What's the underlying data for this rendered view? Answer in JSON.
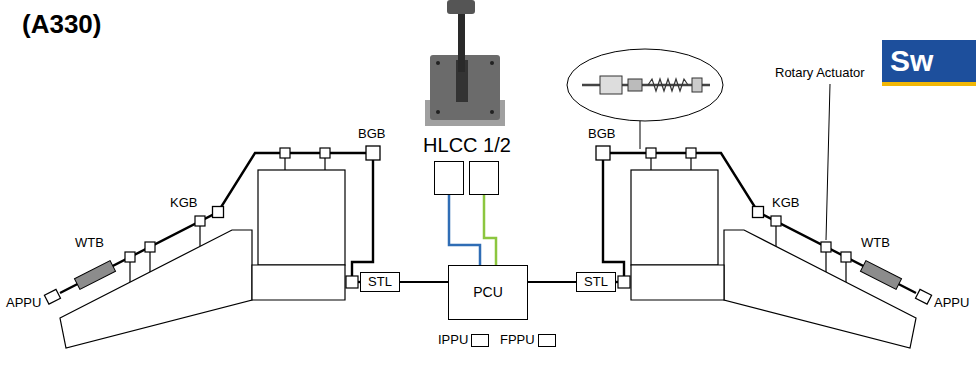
{
  "diagram": {
    "title": "(A330)",
    "nodes": [
      {
        "text": [
          "HLCC 1/2"
        ]
      },
      {
        "text": [
          "STL"
        ]
      },
      {
        "text": [
          "PCU"
        ]
      },
      {
        "text": [
          "STL"
        ]
      },
      {
        "text": [
          "IPPU"
        ]
      },
      {
        "text": [
          "FPPU"
        ]
      }
    ],
    "edges": [
      {
        "from": 0,
        "to": 2,
        "arrow": "none"
      },
      {
        "from": 0,
        "to": 2,
        "arrow": "none"
      },
      {
        "from": 1,
        "to": 2,
        "arrow": "none"
      },
      {
        "from": 2,
        "to": 3,
        "arrow": "none"
      }
    ],
    "labels": [
      "BGB",
      "KGB",
      "WTB",
      "APPU",
      "BGB",
      "KGB",
      "Rotary Actuator",
      "WTB",
      "APPU",
      "Sw"
    ]
  }
}
